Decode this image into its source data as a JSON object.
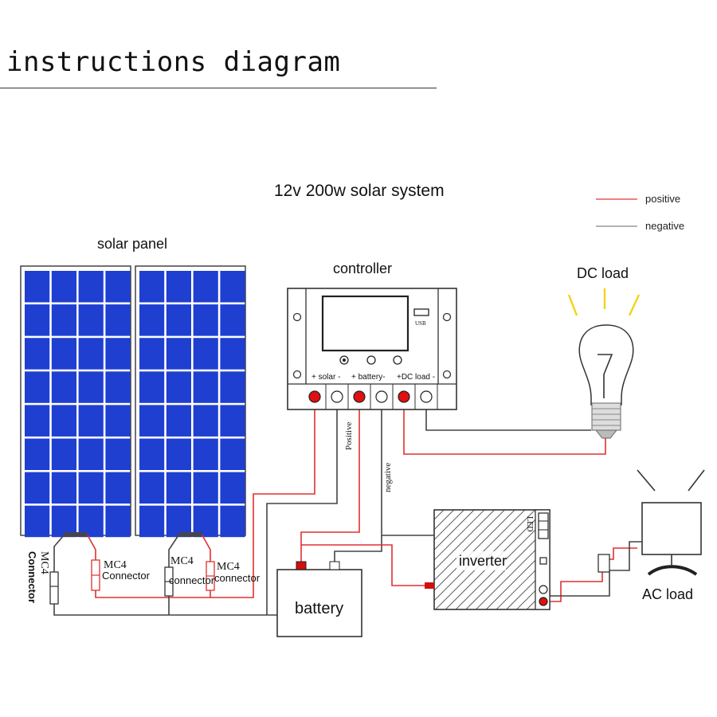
{
  "header": {
    "title": "instructions diagram"
  },
  "diagram": {
    "system_title": "12v  200w  solar  system",
    "legend": {
      "positive": "positive",
      "negative": "negative"
    },
    "labels": {
      "solar_panel": "solar panel",
      "controller": "controller",
      "dc_load": "DC load",
      "usb": "USB",
      "terminal_solar": "+  solar  -",
      "terminal_battery": "+ battery-",
      "terminal_dc_load": "+DC load -",
      "wire_positive": "Positive",
      "wire_negative": "negative",
      "mc4_left_1": "MC4",
      "mc4_left_2": "Connector",
      "mc4_mid_1": "MC4",
      "mc4_mid_2": "Connector",
      "mc4_c_1": "MC4",
      "mc4_c_2": "connector",
      "mc4_r_1": "MC4",
      "mc4_r_2": "connector",
      "battery": "battery",
      "inverter": "inverter",
      "inverter_led": "LED",
      "ac_load": "AC load"
    },
    "colors": {
      "positive": "#e03030",
      "negative": "#444444",
      "panel_cell": "#1f3fd0",
      "terminal_red": "#e01010"
    }
  }
}
